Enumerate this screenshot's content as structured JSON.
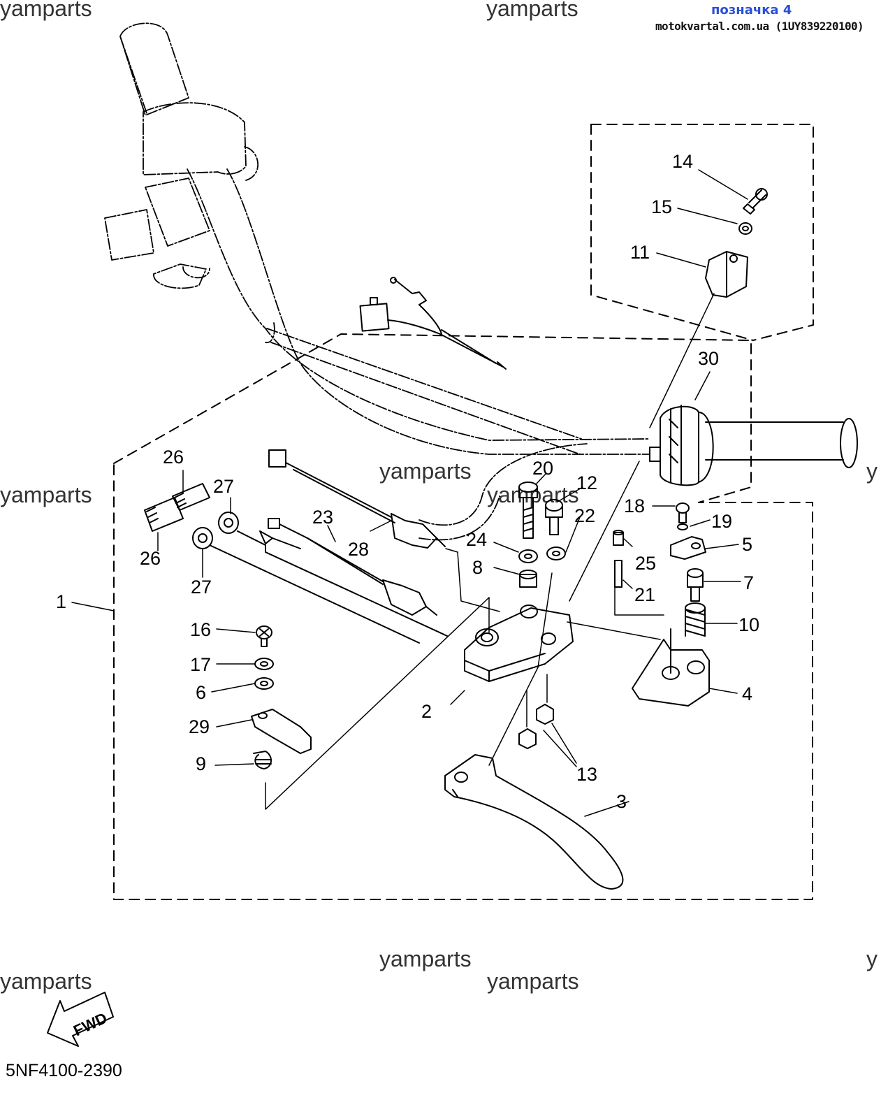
{
  "header": {
    "link_text": "позначка 4",
    "reference": "motokvartal.com.ua (1UY839220100)"
  },
  "watermarks": [
    "yamparts",
    "yamparts",
    "yamparts",
    "yamparts",
    "yamparts",
    "yamparts",
    "yamparts",
    "yamparts",
    "y",
    "y"
  ],
  "callouts": {
    "c1": "1",
    "c2": "2",
    "c3": "3",
    "c4": "4",
    "c5": "5",
    "c6": "6",
    "c7": "7",
    "c8": "8",
    "c9": "9",
    "c10": "10",
    "c11": "11",
    "c12": "12",
    "c13": "13",
    "c14": "14",
    "c15": "15",
    "c16": "16",
    "c17": "17",
    "c18": "18",
    "c19": "19",
    "c20": "20",
    "c21": "21",
    "c22": "22",
    "c23": "23",
    "c24": "24",
    "c25": "25",
    "c26a": "26",
    "c26b": "26",
    "c27a": "27",
    "c27b": "27",
    "c28": "28",
    "c29": "29",
    "c30": "30"
  },
  "fwd_label": "FWD",
  "diagram_code": "5NF4100-2390",
  "colors": {
    "line": "#000000",
    "link": "#2a4fd8",
    "watermark": "#333333"
  }
}
